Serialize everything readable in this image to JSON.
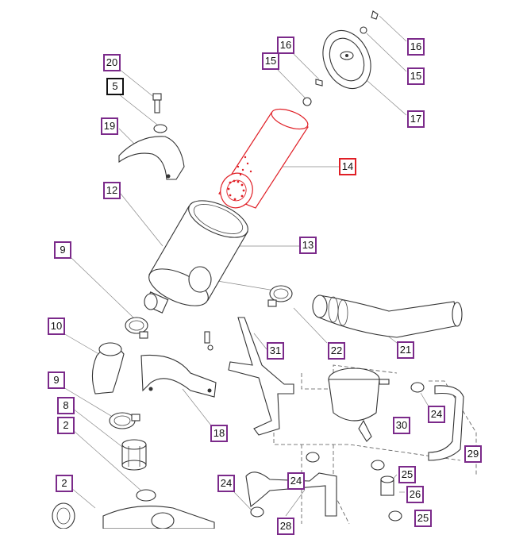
{
  "callouts": [
    {
      "id": "c16a",
      "text": "16",
      "style": "purple"
    },
    {
      "id": "c16b",
      "text": "16",
      "style": "purple"
    },
    {
      "id": "c15a",
      "text": "15",
      "style": "purple"
    },
    {
      "id": "c15b",
      "text": "15",
      "style": "purple"
    },
    {
      "id": "c17",
      "text": "17",
      "style": "purple"
    },
    {
      "id": "c20",
      "text": "20",
      "style": "purple"
    },
    {
      "id": "c5",
      "text": "5",
      "style": "black"
    },
    {
      "id": "c19",
      "text": "19",
      "style": "purple"
    },
    {
      "id": "c14",
      "text": "14",
      "style": "red"
    },
    {
      "id": "c12",
      "text": "12",
      "style": "purple"
    },
    {
      "id": "c13",
      "text": "13",
      "style": "purple"
    },
    {
      "id": "c9a",
      "text": "9",
      "style": "purple"
    },
    {
      "id": "c10",
      "text": "10",
      "style": "purple"
    },
    {
      "id": "c31",
      "text": "31",
      "style": "purple"
    },
    {
      "id": "c22",
      "text": "22",
      "style": "purple"
    },
    {
      "id": "c21",
      "text": "21",
      "style": "purple"
    },
    {
      "id": "c9b",
      "text": "9",
      "style": "purple"
    },
    {
      "id": "c8",
      "text": "8",
      "style": "purple"
    },
    {
      "id": "c2a",
      "text": "2",
      "style": "purple"
    },
    {
      "id": "c18",
      "text": "18",
      "style": "purple"
    },
    {
      "id": "c30",
      "text": "30",
      "style": "purple"
    },
    {
      "id": "c24a",
      "text": "24",
      "style": "purple"
    },
    {
      "id": "c29",
      "text": "29",
      "style": "purple"
    },
    {
      "id": "c2b",
      "text": "2",
      "style": "purple"
    },
    {
      "id": "c24b",
      "text": "24",
      "style": "purple"
    },
    {
      "id": "c24c",
      "text": "24",
      "style": "purple"
    },
    {
      "id": "c25a",
      "text": "25",
      "style": "purple"
    },
    {
      "id": "c26",
      "text": "26",
      "style": "purple"
    },
    {
      "id": "c25b",
      "text": "25",
      "style": "purple"
    },
    {
      "id": "c28",
      "text": "28",
      "style": "purple"
    }
  ],
  "colors": {
    "callout_border": "#7b2a8a",
    "highlight": "#e01f26",
    "line": "#333333"
  }
}
